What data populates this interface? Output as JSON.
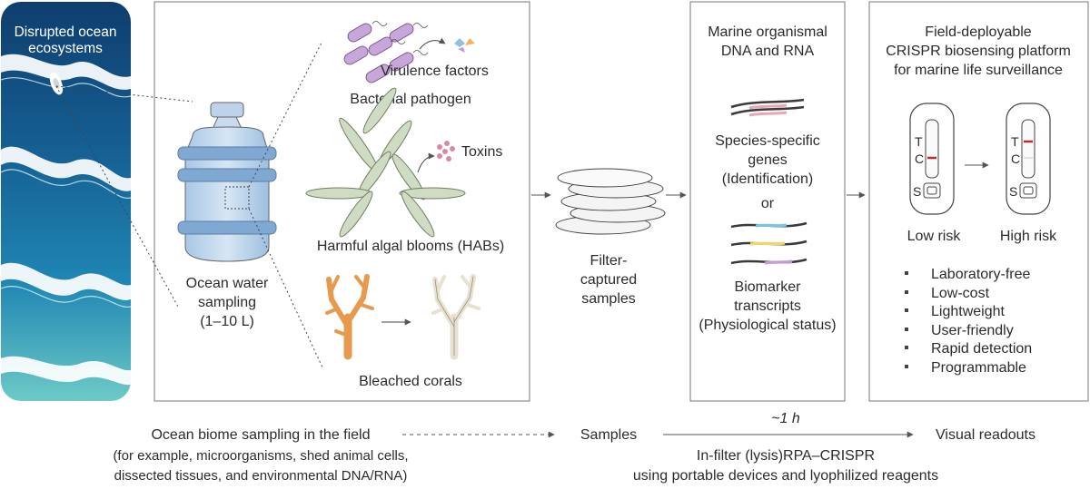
{
  "ocean_panel": {
    "title_line1": "Disrupted ocean",
    "title_line2": "ecosystems"
  },
  "sampling_panel": {
    "bacteria": {
      "title": "Bacterial pathogen",
      "virulence": "Virulence factors"
    },
    "habs": {
      "title": "Harmful algal blooms (HABs)",
      "toxins": "Toxins"
    },
    "corals": {
      "title": "Bleached corals"
    },
    "water": {
      "line1": "Ocean water",
      "line2": "sampling",
      "line3": "(1–10 L)"
    }
  },
  "filters": {
    "line1": "Filter-",
    "line2": "captured",
    "line3": "samples"
  },
  "dna_panel": {
    "title_line1": "Marine organismal",
    "title_line2": "DNA and RNA",
    "genes_line1": "Species-specific",
    "genes_line2": "genes",
    "genes_line3": "(Identification)",
    "or": "or",
    "bio_line1": "Biomarker",
    "bio_line2": "transcripts",
    "bio_line3": "(Physiological status)"
  },
  "platform_panel": {
    "title_line1": "Field-deployable",
    "title_line2": "CRISPR biosensing platform",
    "title_line3": "for marine life surveillance",
    "strip_labels": {
      "t": "T",
      "c": "C",
      "s": "S"
    },
    "low_risk": "Low risk",
    "high_risk": "High risk",
    "features": [
      "Laboratory-free",
      "Low-cost",
      "Lightweight",
      "User-friendly",
      "Rapid detection",
      "Programmable"
    ]
  },
  "bottom": {
    "field_line1": "Ocean biome sampling in the field",
    "field_line2": "(for example, microorganisms, shed animal cells,",
    "field_line3": "dissected tissues, and environmental DNA/RNA)",
    "samples": "Samples",
    "time": "~1 h",
    "readouts": "Visual readouts",
    "method_line1": "In-filter (lysis)RPA–CRISPR",
    "method_line2": "using portable devices and lyophilized reagents"
  },
  "colors": {
    "ocean_deep": "#114a78",
    "ocean_mid": "#1f7fb0",
    "ocean_light": "#5fc1c8",
    "water_blue": "#8fb6dd",
    "coral_orange": "#f2a866",
    "bacteria_purple": "#c7a6d9",
    "test_line_red": "#c0282d",
    "dna_pink": "#e8a6b6",
    "dna_yellow": "#f1d66a",
    "dna_blue": "#7cc3e8",
    "dna_purple": "#c79ad3"
  }
}
